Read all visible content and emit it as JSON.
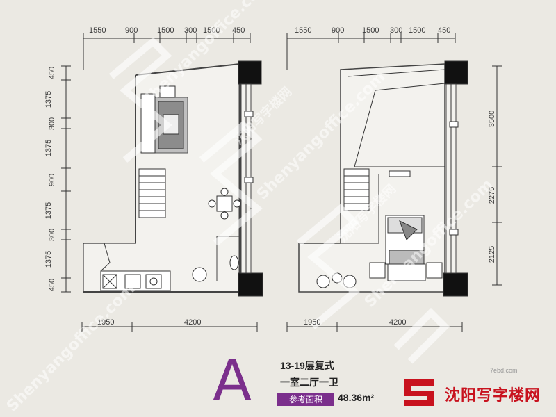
{
  "plan": {
    "top_dims_left": [
      "1550",
      "900",
      "1500",
      "300",
      "1500",
      "450"
    ],
    "top_dims_right": [
      "1550",
      "900",
      "1500",
      "300",
      "1500",
      "450"
    ],
    "left_side_dims": [
      "450",
      "1375",
      "300",
      "1375",
      "900",
      "1375",
      "300",
      "1375",
      "450"
    ],
    "right_side_dims": [
      "3500",
      "2275",
      "2125"
    ],
    "bottom_dims_left": [
      "1950",
      "4200"
    ],
    "bottom_dims_right": [
      "1950",
      "4200"
    ]
  },
  "info": {
    "unit_letter": "A",
    "floors": "13-19层复式",
    "layout": "一室二厅一卫",
    "area_label": "参考面积",
    "area_value": "48.36m²"
  },
  "watermark": {
    "brand_cn": "沈阳写字楼网",
    "brand_en": "Shenyangoffice.com",
    "site_small": "7ebd.com"
  },
  "colors": {
    "accent": "#7b2f8c",
    "logo_red": "#c8121e",
    "background": "#ebe9e3"
  }
}
